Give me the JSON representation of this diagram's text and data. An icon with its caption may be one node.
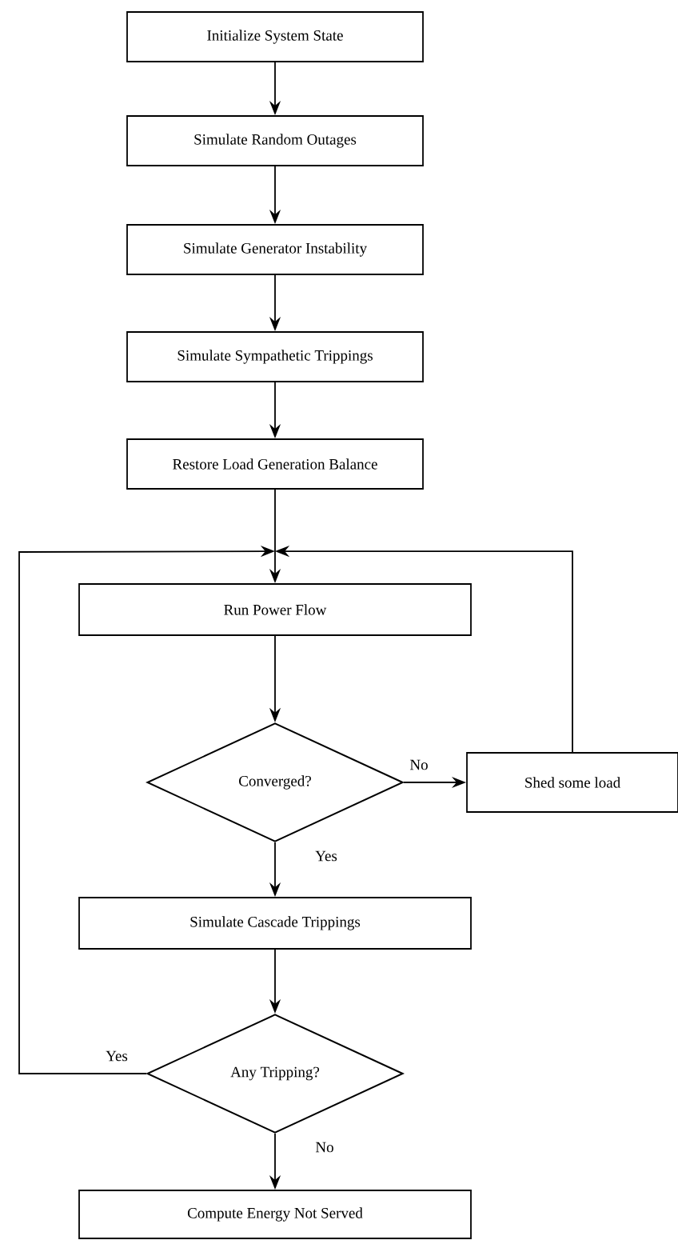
{
  "diagram": {
    "nodes": [
      {
        "text": [
          "Initialize System State"
        ]
      },
      {
        "text": [
          "Simulate Random Outages"
        ]
      },
      {
        "text": [
          "Simulate Generator Instability"
        ]
      },
      {
        "text": [
          "Simulate Sympathetic Trippings"
        ]
      },
      {
        "text": [
          "Restore Load Generation Balance"
        ]
      },
      {
        "text": [
          "Run Power Flow"
        ]
      },
      {
        "text": [
          "Converged?"
        ]
      },
      {
        "text": [
          "Shed some load"
        ]
      },
      {
        "text": [
          "Simulate Cascade Trippings"
        ]
      },
      {
        "text": [
          "Any Tripping?"
        ]
      },
      {
        "text": [
          "Compute Energy Not Served"
        ]
      }
    ],
    "edges": [
      {
        "from": 0,
        "to": 1,
        "arrow": "to"
      },
      {
        "from": 1,
        "to": 2,
        "arrow": "to"
      },
      {
        "from": 2,
        "to": 3,
        "arrow": "to"
      },
      {
        "from": 3,
        "to": 4,
        "arrow": "to"
      },
      {
        "from": 4,
        "to": 5,
        "arrow": "to"
      },
      {
        "from": 5,
        "to": 6,
        "arrow": "to"
      },
      {
        "from": 6,
        "to": 7,
        "arrow": "to",
        "label": "No"
      },
      {
        "from": 6,
        "to": 8,
        "arrow": "to",
        "label": "Yes"
      },
      {
        "from": 7,
        "to": 5,
        "arrow": "to"
      },
      {
        "from": 8,
        "to": 9,
        "arrow": "to"
      },
      {
        "from": 9,
        "to": 10,
        "arrow": "to",
        "label": "No"
      },
      {
        "from": 9,
        "to": 5,
        "arrow": "to",
        "label": "Yes"
      }
    ]
  }
}
